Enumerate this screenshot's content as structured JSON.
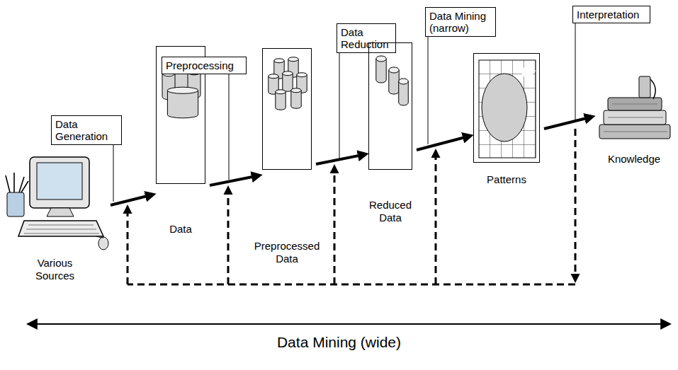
{
  "diagram": {
    "nodes": [
      {
        "text": [
          "Various Sources"
        ]
      },
      {
        "text": [
          "Data Generation"
        ]
      },
      {
        "text": [
          "Data"
        ]
      },
      {
        "text": [
          "Preprocessing"
        ]
      },
      {
        "text": [
          "Preprocessed Data"
        ]
      },
      {
        "text": [
          "Data Reduction"
        ]
      },
      {
        "text": [
          "Reduced Data"
        ]
      },
      {
        "text": [
          "Data Mining (narrow)"
        ]
      },
      {
        "text": [
          "Patterns"
        ]
      },
      {
        "text": [
          "Interpretation"
        ]
      },
      {
        "text": [
          "Knowledge"
        ]
      }
    ],
    "edges": [
      {
        "from": 0,
        "to": 2,
        "arrow": "to"
      },
      {
        "from": 2,
        "to": 4,
        "arrow": "to"
      },
      {
        "from": 4,
        "to": 6,
        "arrow": "to"
      },
      {
        "from": 6,
        "to": 8,
        "arrow": "to"
      },
      {
        "from": 8,
        "to": 10,
        "arrow": "to"
      }
    ],
    "labels": [
      "Data Mining (wide)"
    ]
  }
}
